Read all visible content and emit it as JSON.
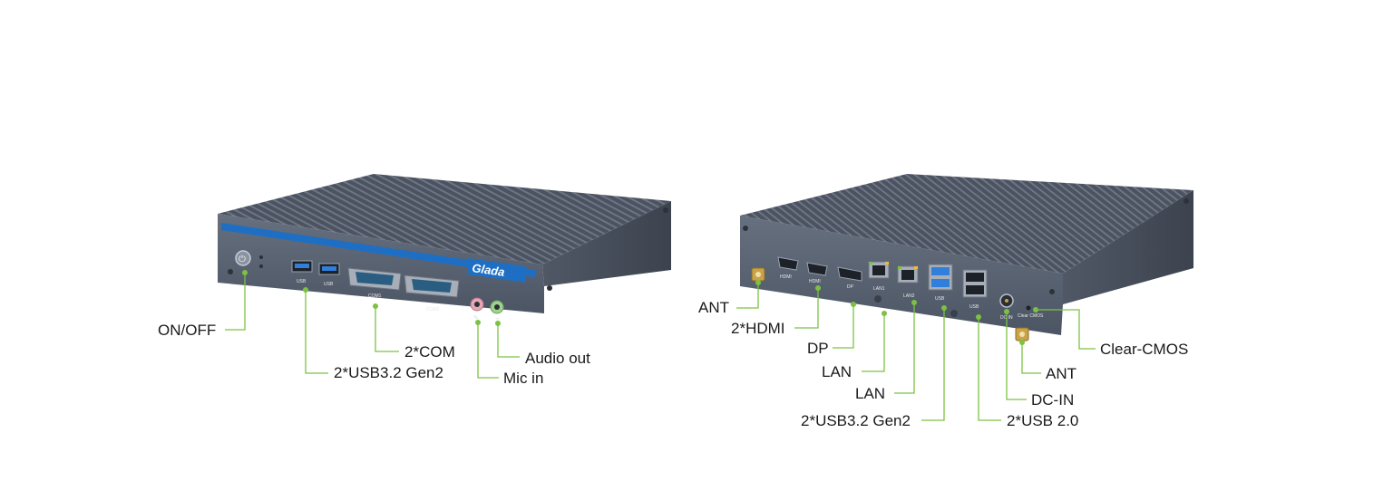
{
  "front_device": {
    "brand_logo": "Glada",
    "port_labels": {
      "usb_1": "USB",
      "usb_2": "USB",
      "com_1": "COM1",
      "com_2": "COM2"
    },
    "callouts": {
      "power": "ON/OFF",
      "com": "2*COM",
      "usb32": "2*USB3.2 Gen2",
      "audio_out": "Audio out",
      "mic_in": "Mic in"
    }
  },
  "rear_device": {
    "port_labels": {
      "hdmi_1": "HDMI",
      "hdmi_2": "HDMI",
      "dp": "DP",
      "lan_1": "LAN1",
      "lan_2": "LAN2",
      "usb32": "USB",
      "usb20": "USB",
      "dc_in": "DC IN",
      "clear_cmos": "Clear CMOS"
    },
    "callouts": {
      "ant_left": "ANT",
      "hdmi": "2*HDMI",
      "dp": "DP",
      "lan_1": "LAN",
      "lan_2": "LAN",
      "usb32": "2*USB3.2 Gen2",
      "clear_cmos": "Clear-CMOS",
      "ant_right": "ANT",
      "dc_in": "DC-IN",
      "usb20": "2*USB 2.0"
    }
  },
  "colors": {
    "chassis_front": "#5b6575",
    "chassis_top": "#4a5260",
    "brand_stripe": "#1e6fc4",
    "leader_line": "#7cc242"
  }
}
